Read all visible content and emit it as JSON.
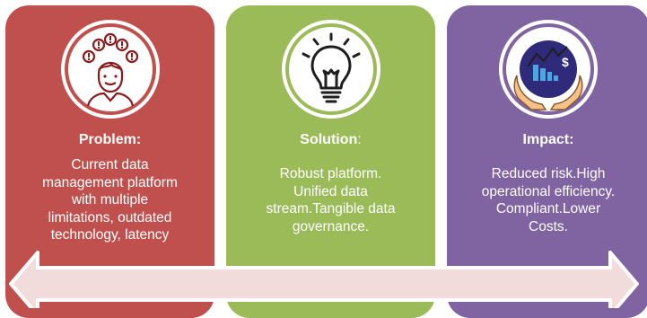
{
  "cards": [
    {
      "heading": "Problem:",
      "heading_suffix": "",
      "lines": [
        "Current data",
        "management platform",
        "with multiple",
        "limitations, outdated",
        "technology, latency"
      ],
      "icon": "stressed-person-icon",
      "color": "#c0504d"
    },
    {
      "heading": "Solution",
      "heading_suffix": ":",
      "lines": [
        "Robust platform.",
        "Unified data",
        "stream.Tangible data",
        "governance."
      ],
      "icon": "lightbulb-icon",
      "color": "#9bbb59"
    },
    {
      "heading": "Impact:",
      "heading_suffix": "",
      "lines": [
        "Reduced risk.High",
        "operational efficiency.",
        "Compliant.Lower",
        "Costs."
      ],
      "icon": "growth-chart-hands-icon",
      "color": "#8064a2"
    }
  ],
  "arrow_color": "#f2dcdb"
}
